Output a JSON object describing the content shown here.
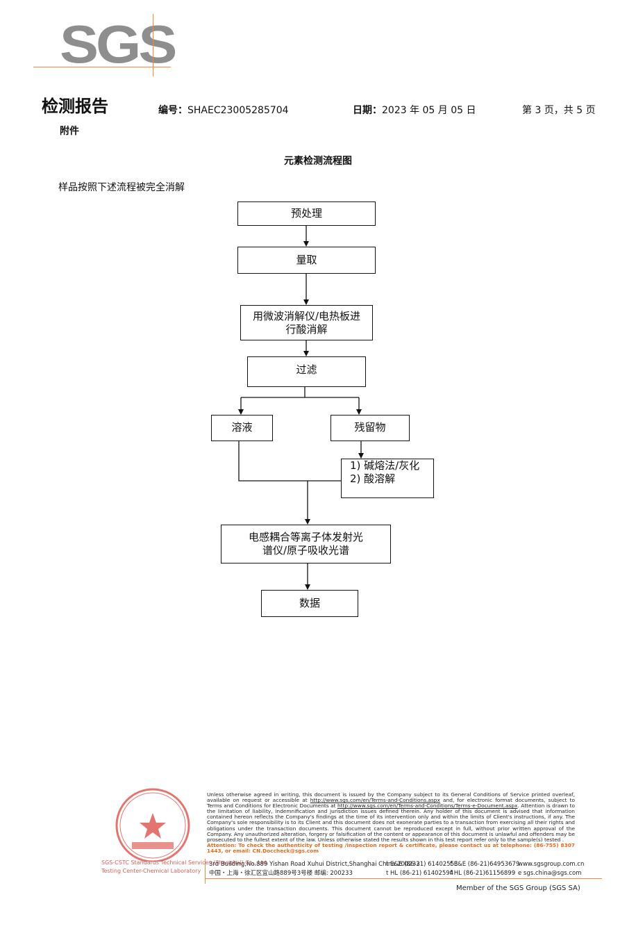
{
  "logo": {
    "text": "SGS"
  },
  "header": {
    "title": "检测报告",
    "subtitle": "附件",
    "number_label": "编号：",
    "number_value": "SHAEC23005285704",
    "date_label": "日期：",
    "date_value": "2023 年 05 月 05 日",
    "page": "第 3 页，共 5 页"
  },
  "body": {
    "flow_title": "元素检测流程图",
    "intro": "样品按照下述流程被完全消解"
  },
  "flowchart": {
    "pretreatment": "预处理",
    "measure": "量取",
    "digest_line1": "用微波消解仪/电热板进",
    "digest_line2": "行酸消解",
    "filter": "过滤",
    "solution": "溶液",
    "residue": "残留物",
    "method_1": "1) 碱熔法/灰化",
    "method_2": "2) 酸溶解",
    "icp_line1": "电感耦合等离子体发射光",
    "icp_line2": "谱仪/原子吸收光谱",
    "data": "数据"
  },
  "footer": {
    "seal_caption_1": "SGS-CSTC Standards Technical Services (Shanghai) Co., Ltd.",
    "seal_caption_2": "Testing Center-Chemical Laboratory",
    "legal_1": "Unless otherwise agreed in writing, this document is issued by the Company subject to its General Conditions of Service printed overleaf, available on request or accessible at ",
    "legal_link_1": "http://www.sgs.com/en/Terms-and-Conditions.aspx",
    "legal_2": " and, for electronic format documents, subject to Terms and Conditions for Electronic Documents at ",
    "legal_link_2": "http://www.sgs.com/en/Terms-and-Conditions/Terms-e-Document.aspx",
    "legal_3": ". Attention is drawn to the limitation of liability, indemnification and jurisdiction issues defined therein. Any holder of this document is advised that information contained hereon reflects the Company's findings at the time of its intervention only and within the limits of Client's instructions, if any. The Company's sole responsibility is to its Client and this document does not exonerate parties to a transaction from exercising all their rights and obligations under the transaction documents. This document cannot be reproduced except in full, without prior written approval of the Company. Any unauthorized alteration, forgery or falsification of the content or appearance of this document is unlawful and offenders may be prosecuted to the fullest extent of the law. Unless otherwise stated the results shown in this test report refer only to the sample(s) tested .",
    "attention": "Attention: To check the authenticity of testing /inspection report & certificate, please contact us at telephone: (86-755) 8307 1443, or email: CN.Doccheck@sgs.com",
    "addr_en": "3rd Building,No.889 Yishan Road Xuhui District,Shanghai China   200233",
    "tel_en": "t E&E (86-21) 61402553",
    "fax_en": "f E&E (86-21)64953679",
    "web": "www.sgsgroup.com.cn",
    "addr_cn": "中国・上海・徐汇区宜山路889号3号楼    邮编: 200233",
    "tel_cn": "t HL (86-21) 61402594",
    "fax_cn": "f HL (86-21)61156899",
    "email": "e  sgs.china@sgs.com",
    "member": "Member of the SGS Group (SGS SA)"
  }
}
